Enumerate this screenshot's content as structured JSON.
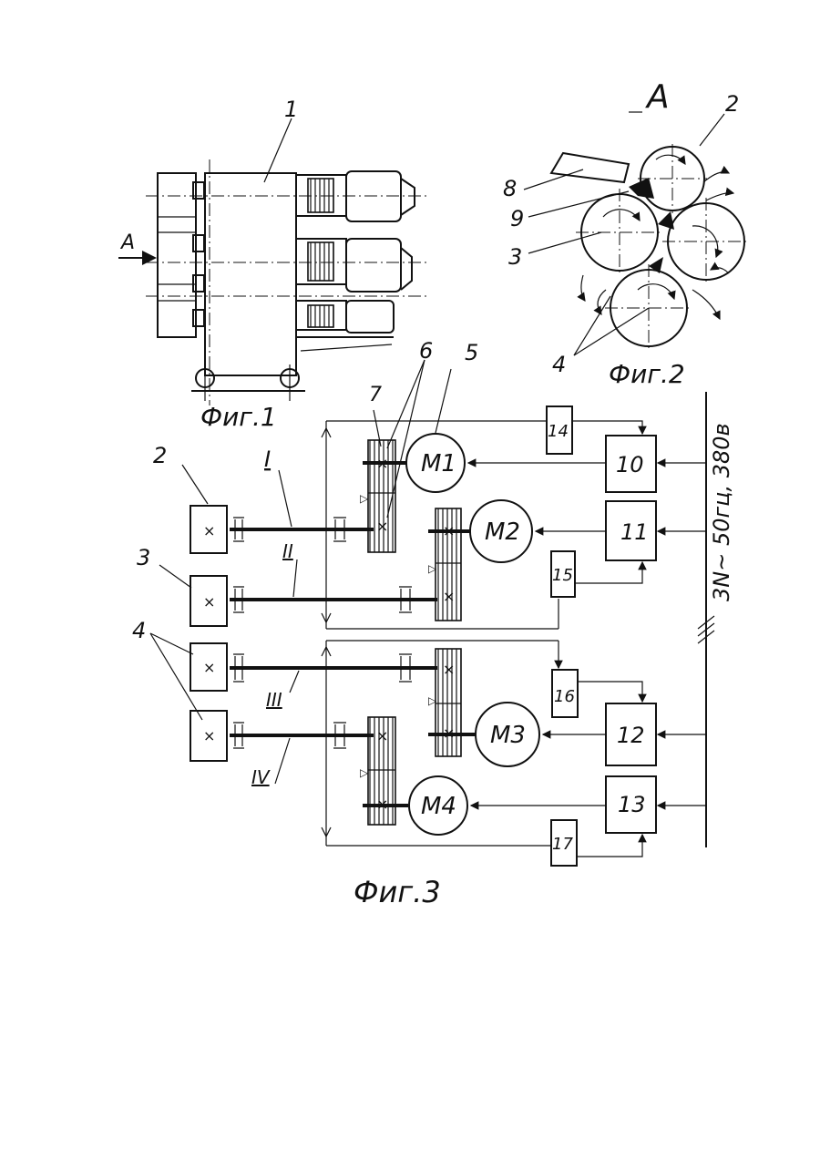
{
  "fig1": {
    "caption": "Фиг.1",
    "view_letter": "A",
    "parts": [
      "1"
    ]
  },
  "fig2": {
    "caption": "Фиг.2",
    "view_letter": "A",
    "parts": [
      "2",
      "3",
      "4",
      "8",
      "9"
    ]
  },
  "fig3": {
    "caption": "Фиг.3",
    "shafts": [
      "I",
      "II",
      "III",
      "IV"
    ],
    "parts": [
      "2",
      "3",
      "4",
      "5",
      "6",
      "7"
    ],
    "motors": [
      "M1",
      "M2",
      "M3",
      "M4"
    ],
    "converters": [
      "10",
      "11",
      "12",
      "13"
    ],
    "sensors": [
      "14",
      "15",
      "16",
      "17"
    ],
    "supply": "3N~ 50гц, 380в"
  }
}
